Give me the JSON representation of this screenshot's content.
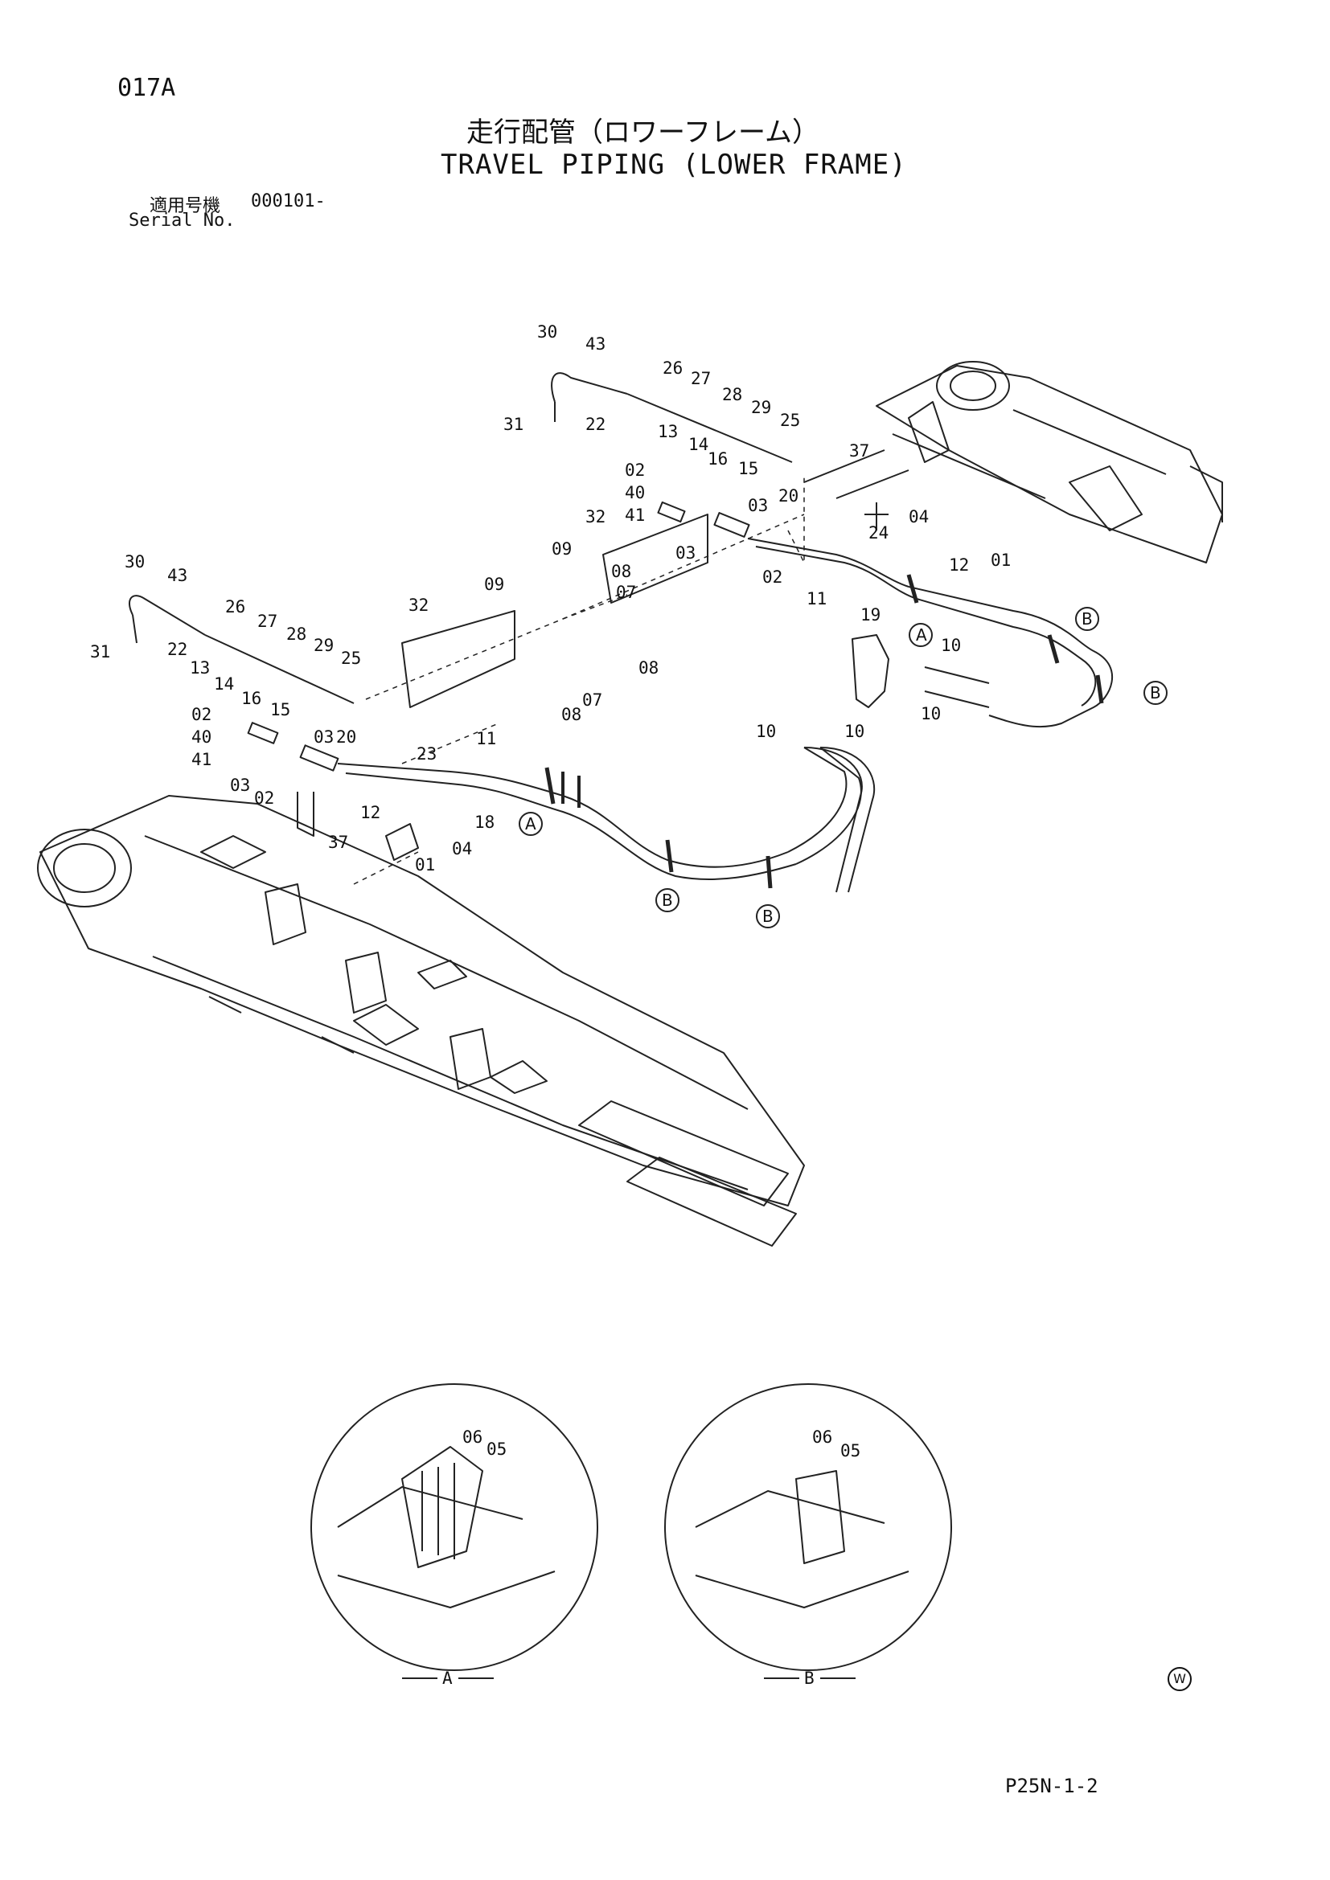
{
  "page_code": "017A",
  "title_ja": "走行配管（ロワーフレーム）",
  "title_en": "TRAVEL PIPING (LOWER FRAME)",
  "serial_label_ja": "適用号機",
  "serial_value": "000101-",
  "serial_label_en": "Serial No.",
  "footer_code": "P25N-1-2",
  "corner_mark": "W",
  "detail_views": [
    {
      "label": "A",
      "callouts": [
        "06",
        "05"
      ]
    },
    {
      "label": "B",
      "callouts": [
        "06",
        "05"
      ]
    }
  ],
  "callouts_upper": [
    "30",
    "43",
    "26",
    "27",
    "28",
    "29",
    "25",
    "31",
    "22",
    "13",
    "14",
    "16",
    "15",
    "20",
    "02",
    "40",
    "41",
    "03",
    "37",
    "04",
    "01",
    "09",
    "32",
    "03",
    "02",
    "24",
    "11",
    "12",
    "19",
    "08",
    "07",
    "08",
    "10",
    "10",
    "10",
    "10"
  ],
  "callouts_lower": [
    "30",
    "43",
    "26",
    "27",
    "28",
    "29",
    "25",
    "31",
    "22",
    "13",
    "14",
    "16",
    "15",
    "03",
    "20",
    "02",
    "40",
    "41",
    "03",
    "02",
    "32",
    "09",
    "23",
    "11",
    "12",
    "18",
    "37",
    "04",
    "01",
    "08",
    "07"
  ],
  "reference_markers": [
    "A",
    "B",
    "B",
    "A",
    "B",
    "B"
  ]
}
